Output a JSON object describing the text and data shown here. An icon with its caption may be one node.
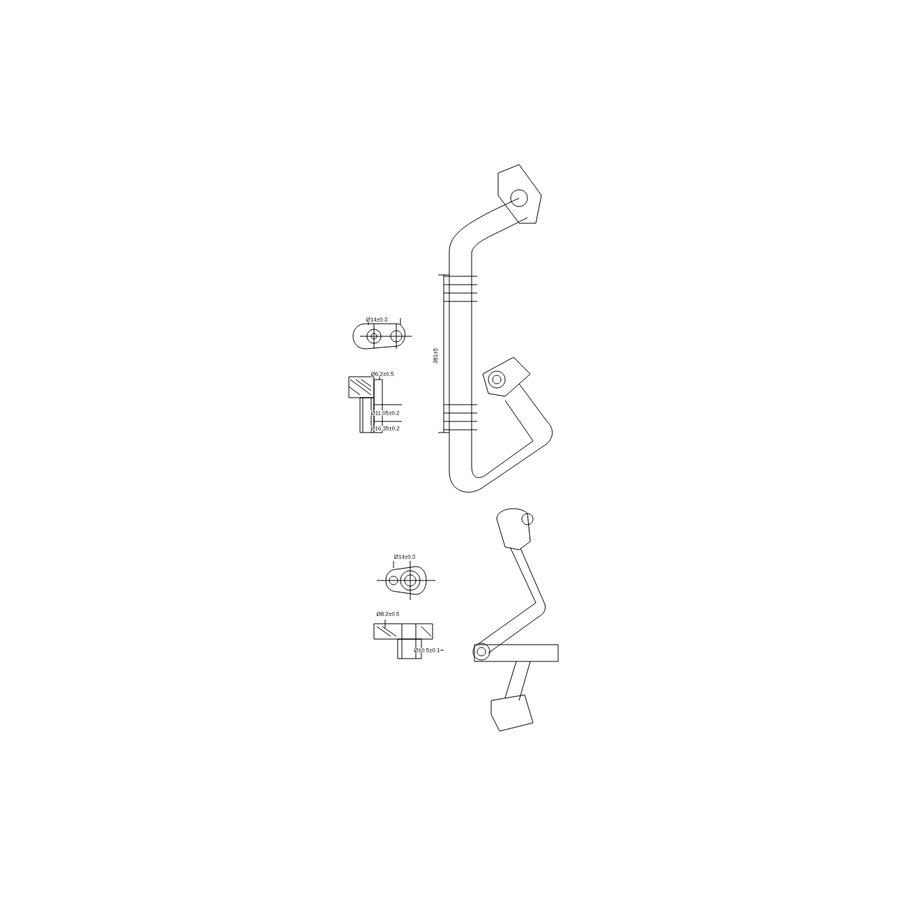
{
  "diagram": {
    "labels": [
      "Ø14±0.3",
      "381±5",
      "Ø6.2±0.5",
      "Ø11.05±0.2",
      "Ø16.35±0.2",
      "Ø14±0.3",
      "Ø8.2±0.5",
      "Ø10.5±0.1"
    ]
  }
}
